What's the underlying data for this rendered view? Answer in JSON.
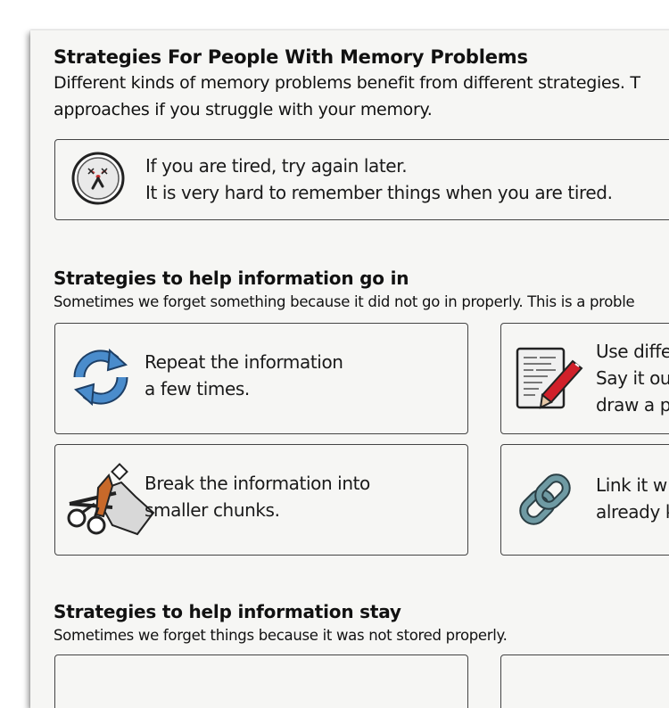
{
  "header": {
    "title": "Strategies For People With Memory Problems",
    "intro_line1": "Different kinds of memory problems benefit from different strategies. T",
    "intro_line2": "approaches if you struggle with your memory."
  },
  "tip_box": {
    "line1": "If you are tired, try again later.",
    "line2": "It is very hard to remember things when you are tired.",
    "icon": "tired-clock-icon"
  },
  "section_in": {
    "heading": "Strategies to help information go in",
    "subheading": "Sometimes we forget something because it did not go in properly.  This is a proble",
    "cards": [
      {
        "line1": "Repeat the information",
        "line2": "a few times.",
        "icon": "repeat-arrows-icon"
      },
      {
        "line1": "Use diffe",
        "line2": "Say it ou",
        "line3": "draw a p",
        "icon": "document-pen-icon"
      },
      {
        "line1": "Break the information into",
        "line2": "smaller chunks.",
        "icon": "scissors-pieces-icon"
      },
      {
        "line1": "Link it w",
        "line2": "already k",
        "icon": "chain-link-icon"
      }
    ]
  },
  "section_stay": {
    "heading": "Strategies to help information stay",
    "subheading": "Sometimes we forget things because it was not stored properly."
  },
  "colors": {
    "paper": "#f6f6f4",
    "border": "#444444",
    "blue_icon": "#4a8ccc",
    "red_pen": "#d0202a",
    "chain": "#6f9aa3"
  }
}
